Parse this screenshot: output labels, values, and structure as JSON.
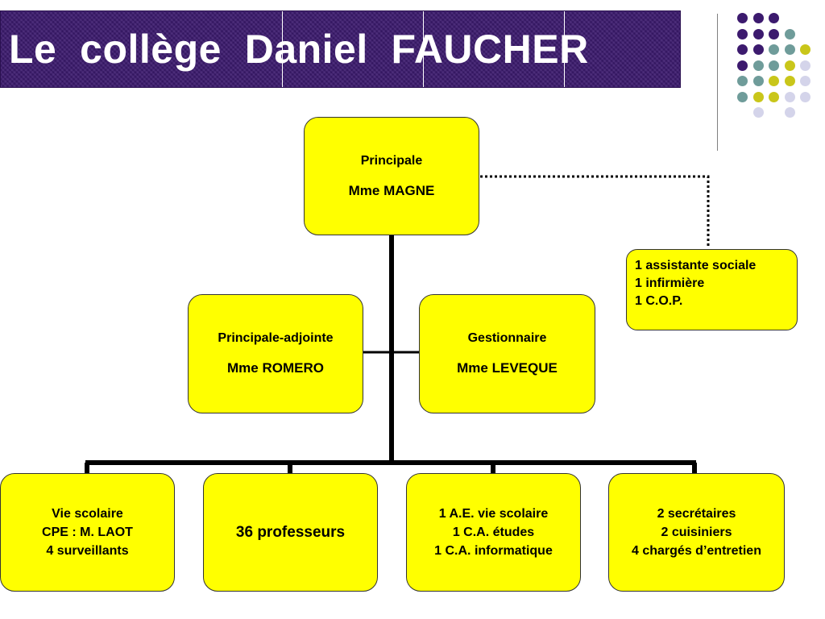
{
  "title": "Le  collège  Daniel  FAUCHER",
  "colors": {
    "title_bg": "#3c1a6e",
    "box_fill": "#ffff00",
    "dot_purple": "#3c1a6e",
    "dot_teal": "#6f9c9a",
    "dot_yellow": "#c9c61a",
    "dot_lavender": "#d4d4ea"
  },
  "principale": {
    "role": "Principale",
    "name": "Mme  MAGNE"
  },
  "adjointe": {
    "role": "Principale-adjointe",
    "name": "Mme  ROMERO"
  },
  "gestionnaire": {
    "role": "Gestionnaire",
    "name": "Mme  LEVEQUE"
  },
  "side": {
    "lines": [
      "1 assistante sociale",
      "1 infirmière",
      "1 C.O.P."
    ]
  },
  "vie_scolaire": {
    "lines": [
      "Vie scolaire",
      "CPE : M. LAOT",
      "4 surveillants"
    ]
  },
  "professeurs": {
    "label": "36  professeurs"
  },
  "ae": {
    "lines": [
      "1 A.E.  vie scolaire",
      "1  C.A.  études",
      "1  C.A.  informatique"
    ]
  },
  "personnel": {
    "lines": [
      "2  secrétaires",
      "2  cuisiniers",
      "4  chargés d’entretien"
    ]
  }
}
